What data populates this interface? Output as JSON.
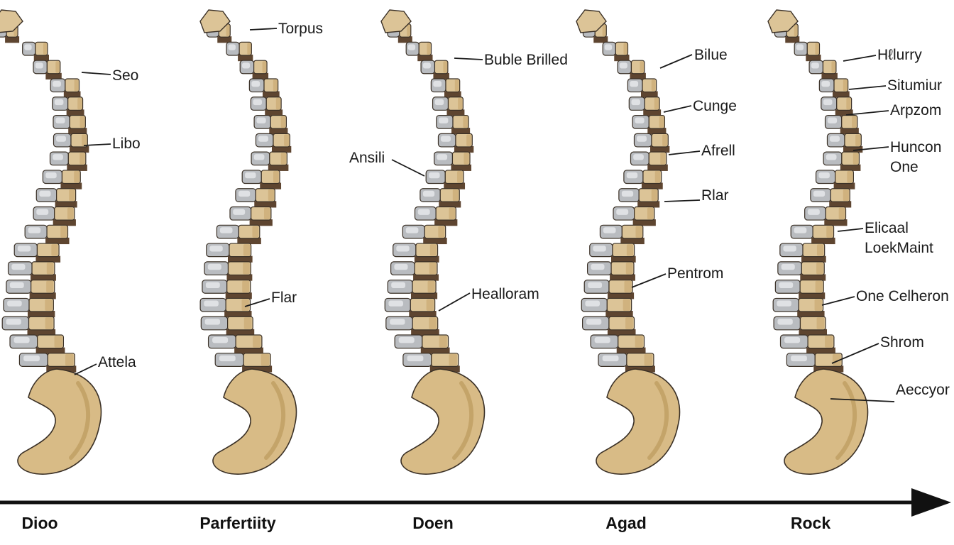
{
  "colors": {
    "vertebra_front": "#dcc497",
    "vertebra_front_shade": "#c6a46a",
    "vertebra_back": "#b9bcc0",
    "vertebra_back_light": "#e8eaec",
    "disc": "#5e4530",
    "sacrum": "#d8bb86",
    "sacrum_shade": "#b89456",
    "outline": "#3a3026",
    "axis": "#111111"
  },
  "timeline": {
    "stages": [
      "Dioo",
      "Parfertiity",
      "Doen",
      "Agad",
      "Rock"
    ]
  },
  "spines": [
    {
      "id": "spine-1",
      "labels": [
        {
          "id": "seo",
          "lines": [
            "Seo"
          ]
        },
        {
          "id": "libo",
          "lines": [
            "Libo"
          ]
        },
        {
          "id": "attela",
          "lines": [
            "Attela"
          ]
        }
      ]
    },
    {
      "id": "spine-2",
      "labels": [
        {
          "id": "torpus",
          "lines": [
            "Torpus"
          ]
        },
        {
          "id": "flar",
          "lines": [
            "Flar"
          ]
        }
      ]
    },
    {
      "id": "spine-3",
      "labels": [
        {
          "id": "buble-brilled",
          "lines": [
            "Buble Brilled"
          ]
        },
        {
          "id": "ansili",
          "lines": [
            "Ansili"
          ]
        },
        {
          "id": "healloram",
          "lines": [
            "Healloram"
          ]
        }
      ]
    },
    {
      "id": "spine-4",
      "labels": [
        {
          "id": "bilue",
          "lines": [
            "Bilue"
          ]
        },
        {
          "id": "cunge",
          "lines": [
            "Cunge"
          ]
        },
        {
          "id": "afrell",
          "lines": [
            "Afrell"
          ]
        },
        {
          "id": "rlar",
          "lines": [
            "Rlar"
          ]
        },
        {
          "id": "pentrom",
          "lines": [
            "Pentrom"
          ]
        }
      ]
    },
    {
      "id": "spine-5",
      "labels": [
        {
          "id": "helurry",
          "lines": [
            "Hℓlurry"
          ]
        },
        {
          "id": "situmiur",
          "lines": [
            "Situmiur"
          ]
        },
        {
          "id": "arpzom",
          "lines": [
            "Arpzom"
          ]
        },
        {
          "id": "huncon-one",
          "lines": [
            "Huncon",
            "One"
          ]
        },
        {
          "id": "elicaal",
          "lines": [
            "Elicaal",
            "LoekMaint"
          ]
        },
        {
          "id": "one-celheron",
          "lines": [
            "One Celheron"
          ]
        },
        {
          "id": "shrom",
          "lines": [
            "Shrom"
          ]
        },
        {
          "id": "aeccyor",
          "lines": [
            "Aeccyor"
          ]
        }
      ]
    }
  ]
}
